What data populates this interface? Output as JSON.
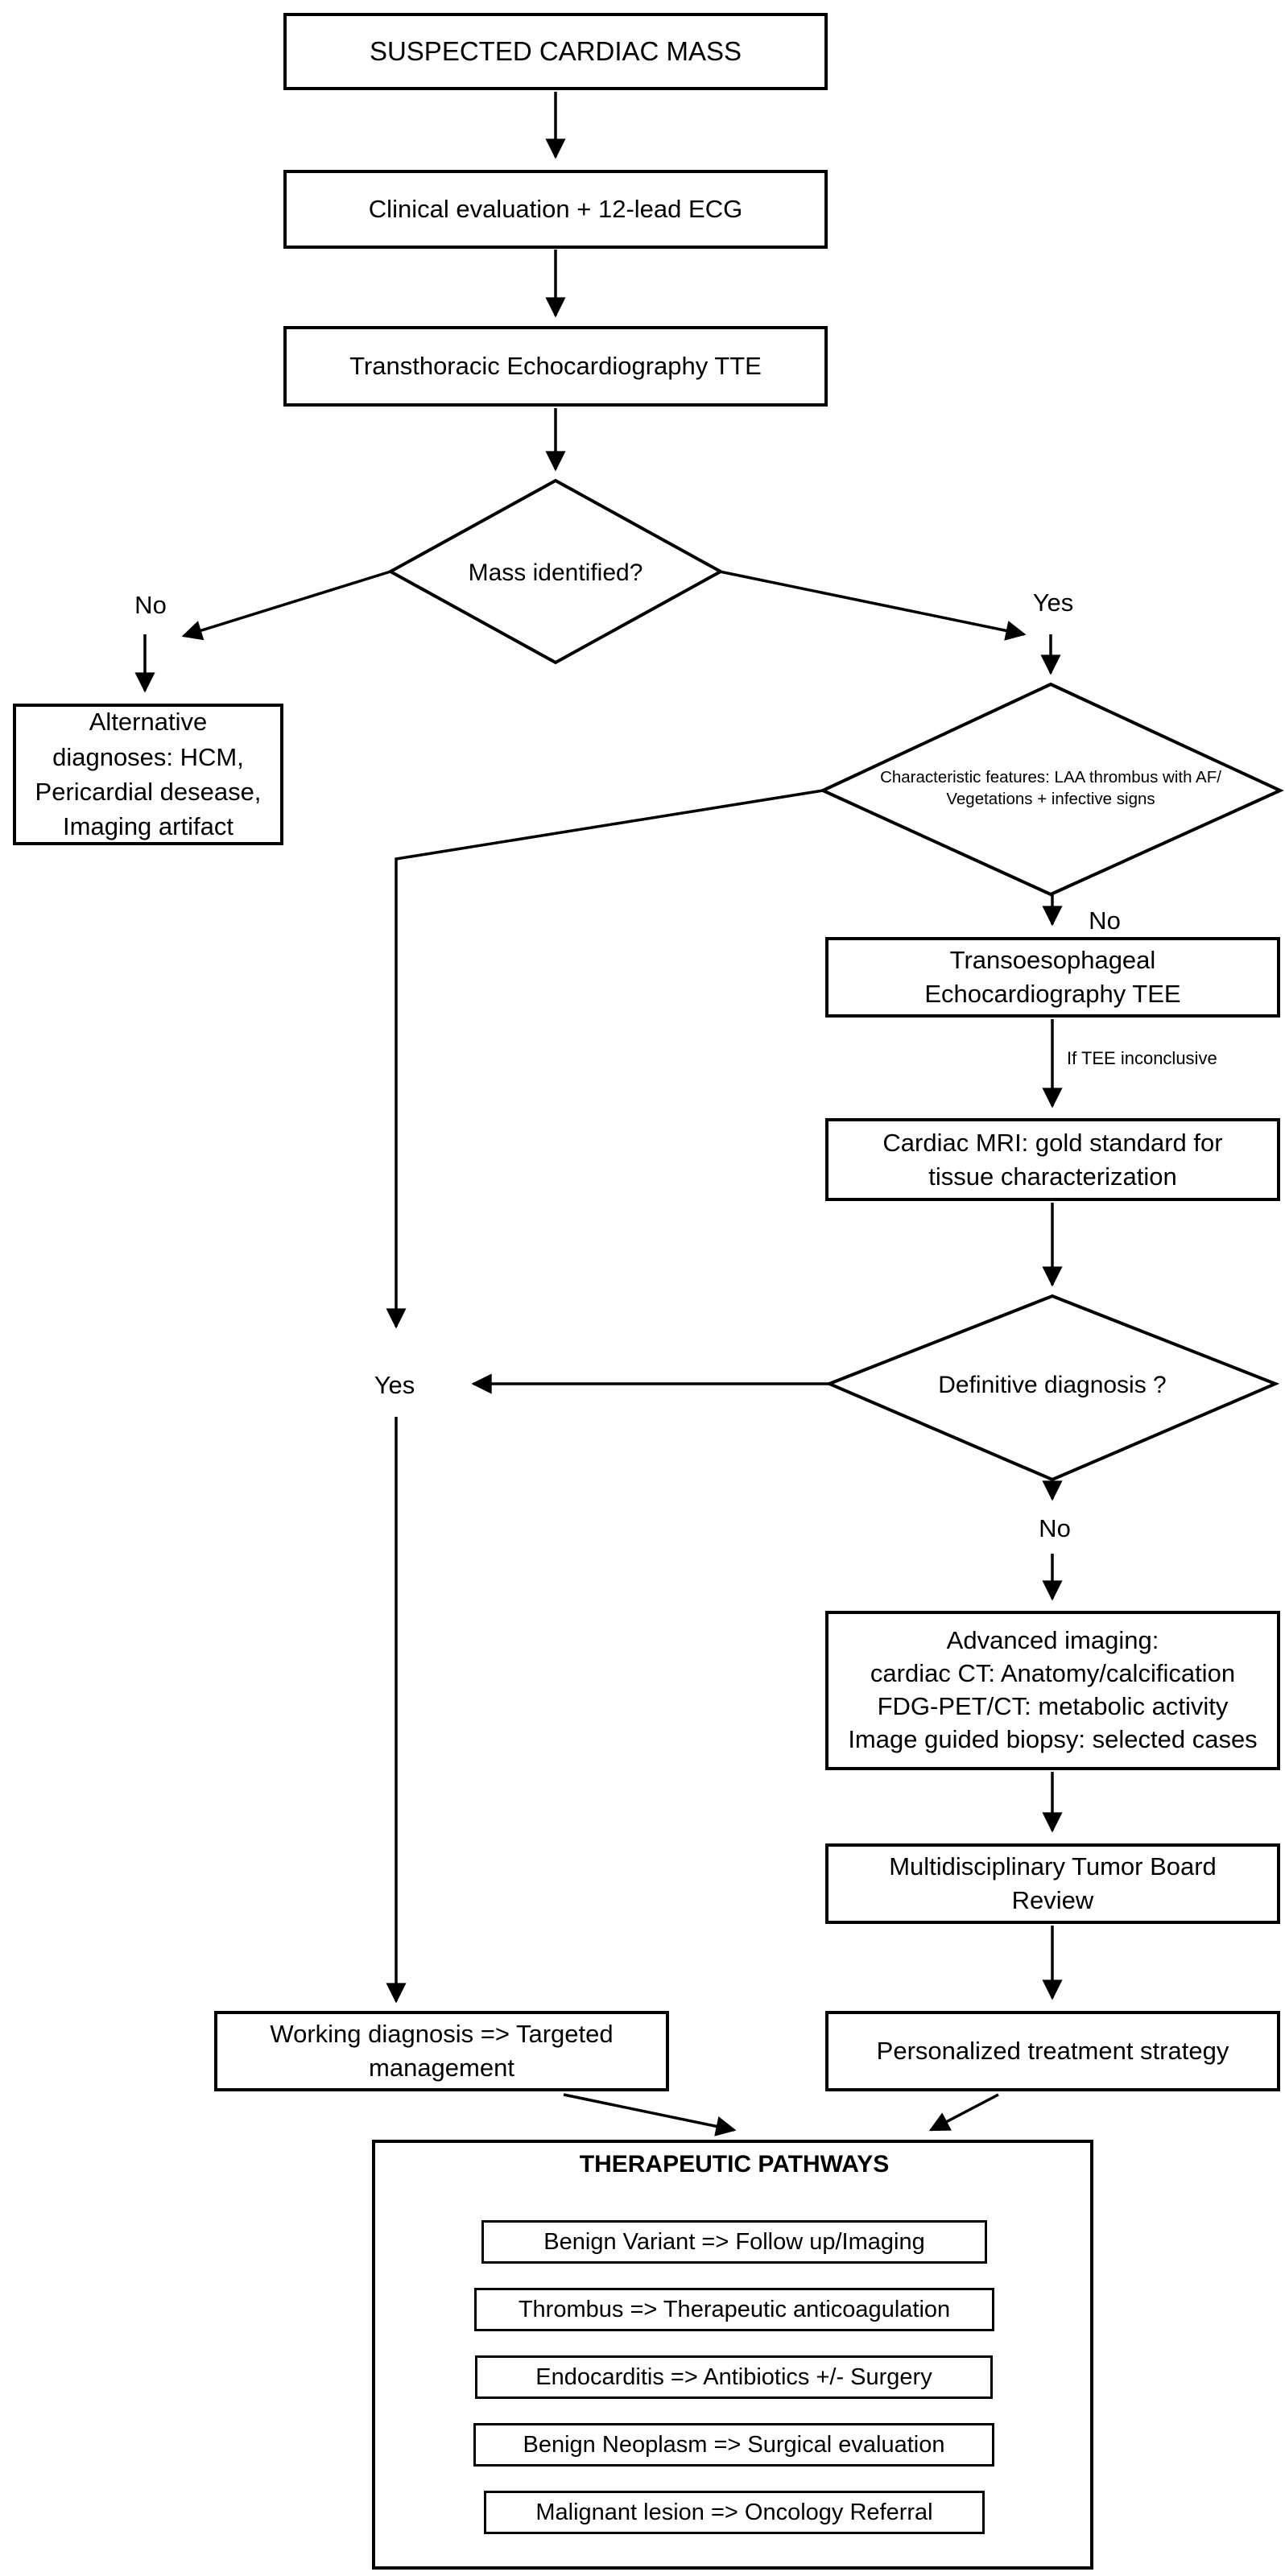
{
  "flowchart": {
    "nodes": {
      "start": {
        "text": "SUSPECTED CARDIAC MASS"
      },
      "clinical": {
        "text": "Clinical evaluation + 12-lead ECG"
      },
      "tte": {
        "text": "Transthoracic Echocardiography TTE"
      },
      "mass_decision": {
        "text": "Mass identified?"
      },
      "alternative": {
        "text": "Alternative\ndiagnoses: HCM,\nPericardial desease,\nImaging artifact"
      },
      "characteristic_decision": {
        "text": "Characteristic features: LAA thrombus with AF/\nVegetations + infective signs"
      },
      "tee": {
        "text": "Transoesophageal\nEchocardiography TEE"
      },
      "mri": {
        "text": "Cardiac MRI: gold standard for\ntissue characterization"
      },
      "definitive_decision": {
        "text": "Definitive diagnosis ?"
      },
      "advanced_imaging": {
        "text": "Advanced imaging:\ncardiac CT: Anatomy/calcification\nFDG-PET/CT: metabolic activity\nImage guided biopsy: selected cases"
      },
      "tumor_board": {
        "text": "Multidisciplinary Tumor Board\nReview"
      },
      "personalized": {
        "text": "Personalized treatment strategy"
      },
      "working": {
        "text": "Working diagnosis => Targeted\nmanagement"
      }
    },
    "pathways": {
      "title": "THERAPEUTIC PATHWAYS",
      "items": [
        {
          "text": "Benign Variant => Follow up/Imaging"
        },
        {
          "text": "Thrombus => Therapeutic anticoagulation"
        },
        {
          "text": "Endocarditis => Antibiotics +/- Surgery"
        },
        {
          "text": "Benign Neoplasm => Surgical evaluation"
        },
        {
          "text": "Malignant lesion => Oncology Referral"
        }
      ]
    },
    "labels": {
      "mass_no": "No",
      "mass_yes": "Yes",
      "characteristic_no": "No",
      "tee_inconclusive": "If TEE inconclusive",
      "definitive_yes": "Yes",
      "definitive_no": "No"
    },
    "colors": {
      "stroke": "#000000",
      "background": "#ffffff",
      "text": "#000000"
    }
  }
}
